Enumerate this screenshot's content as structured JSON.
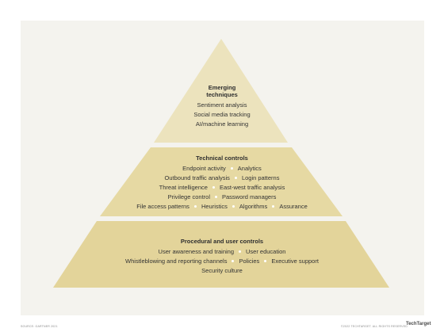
{
  "tiers": [
    {
      "title_lines": [
        "Emerging",
        "techniques"
      ],
      "rows": [
        [
          "Sentiment analysis"
        ],
        [
          "Social media tracking"
        ],
        [
          "AI/machine learning"
        ]
      ]
    },
    {
      "title_lines": [
        "Technical controls"
      ],
      "rows": [
        [
          "Endpoint activity",
          "Analytics"
        ],
        [
          "Outbound traffic analysis",
          "Login patterns"
        ],
        [
          "Threat intelligence",
          "East-west traffic analysis"
        ],
        [
          "Privilege control",
          "Password managers"
        ],
        [
          "File access patterns",
          "Heuristics",
          "Algorithms",
          "Assurance"
        ]
      ]
    },
    {
      "title_lines": [
        "Procedural and user controls"
      ],
      "rows": [
        [
          "User awareness and training",
          "User education"
        ],
        [
          "Whistleblowing and reporting channels",
          "Policies",
          "Executive support"
        ],
        [
          "Security culture"
        ]
      ]
    }
  ],
  "colors": {
    "panel": "#f4f3ee",
    "tier_top": "#ece3bd",
    "tier_mid": "#e6d9a3",
    "tier_bottom": "#e3d49a",
    "bullet": "#ffffff"
  },
  "footer": {
    "source": "SOURCE: GARTNER 2021",
    "copyright": "©2022 TECHTARGET. ALL RIGHTS RESERVED",
    "brand": "TechTarget"
  }
}
